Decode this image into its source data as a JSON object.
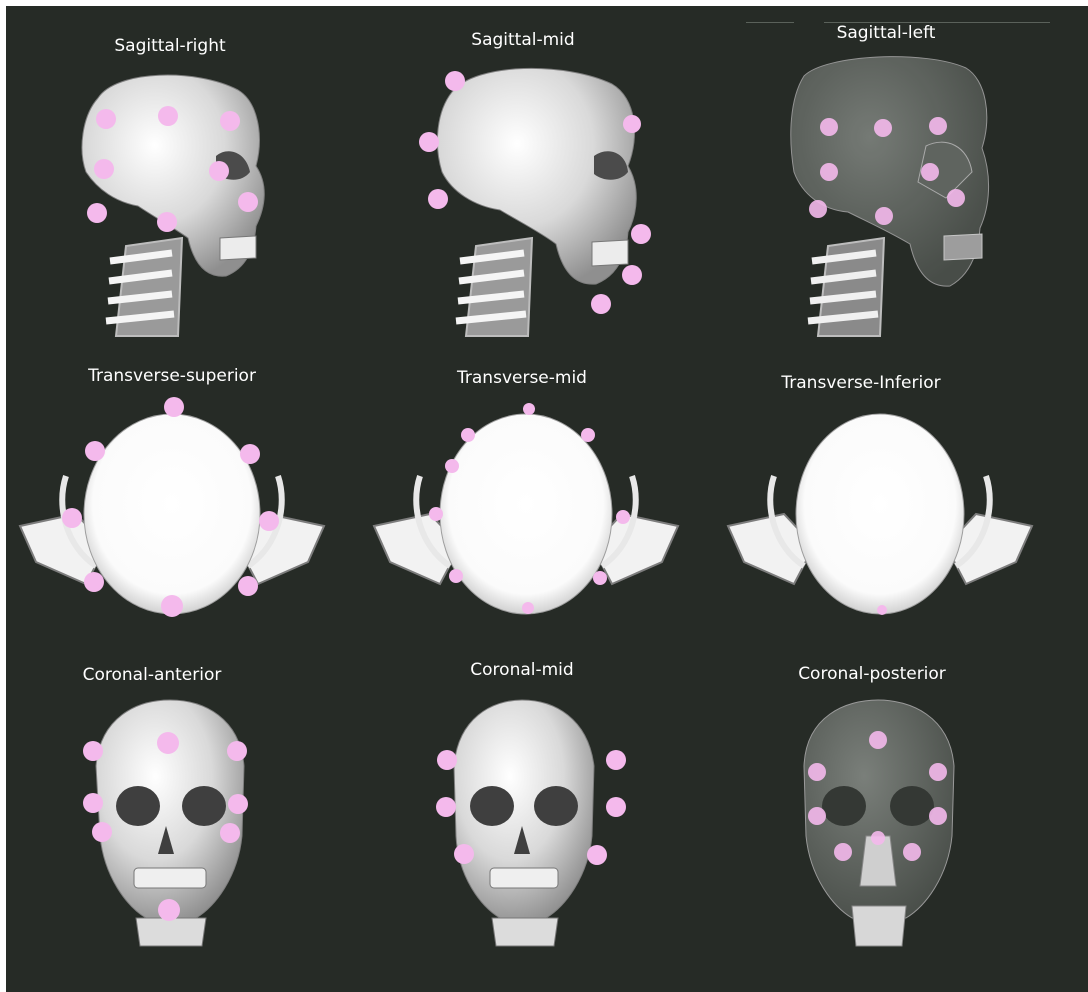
{
  "figure": {
    "views": [
      {
        "id": "sagittal-right",
        "label": "Sagittal-right"
      },
      {
        "id": "sagittal-mid",
        "label": "Sagittal-mid"
      },
      {
        "id": "sagittal-left",
        "label": "Sagittal-left"
      },
      {
        "id": "transverse-superior",
        "label": "Transverse-superior"
      },
      {
        "id": "transverse-mid",
        "label": "Transverse-mid"
      },
      {
        "id": "transverse-inferior",
        "label": "Transverse-Inferior"
      },
      {
        "id": "coronal-anterior",
        "label": "Coronal-anterior"
      },
      {
        "id": "coronal-mid",
        "label": "Coronal-mid"
      },
      {
        "id": "coronal-posterior",
        "label": "Coronal-posterior"
      }
    ]
  },
  "colors": {
    "background": "#262b26",
    "bone": "#e8e8e8",
    "marker": "#f4b9ec"
  }
}
